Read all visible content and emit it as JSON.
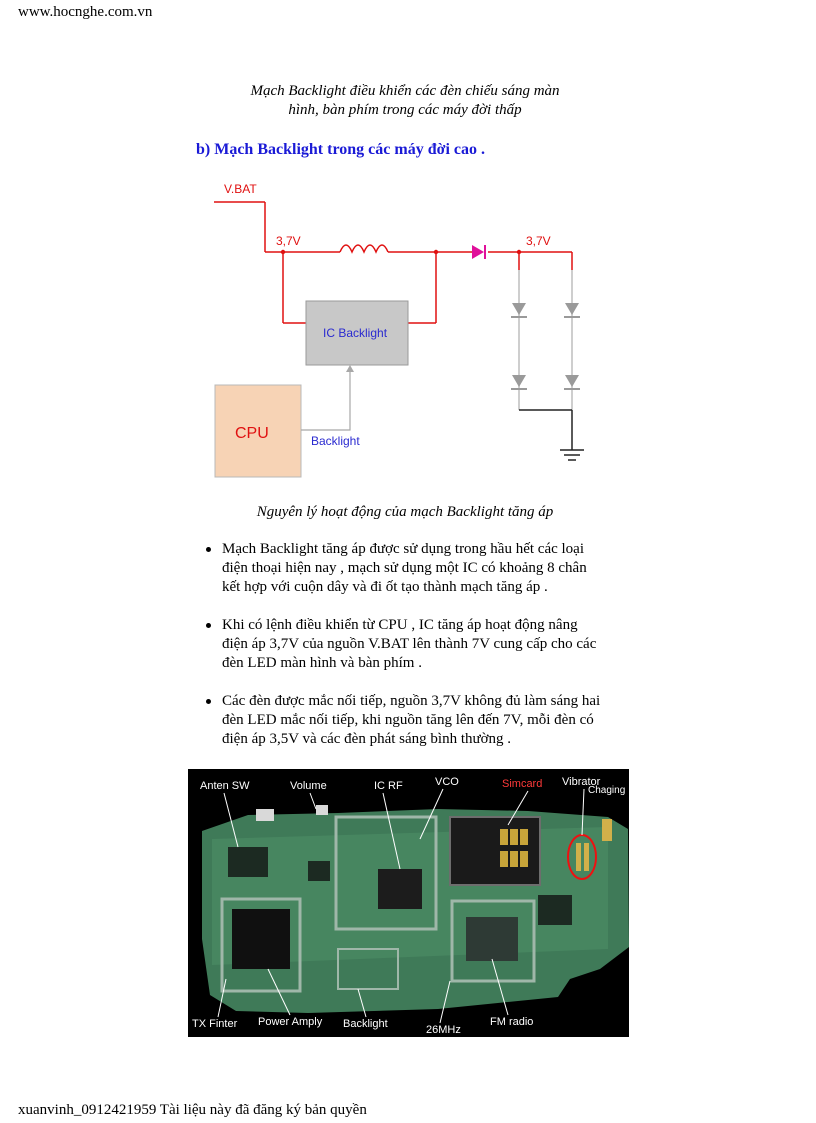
{
  "header": {
    "site": "www.hocnghe.com.vn"
  },
  "caption_top": {
    "line1": "Mạch Backlight điều khiển các đèn chiếu sáng màn",
    "line2": "hình, bàn phím trong các máy đời thấp"
  },
  "section_heading": "b)  Mạch Backlight trong các máy đời cao .",
  "circuit": {
    "vbat": "V.BAT",
    "voltage_left": "3,7V",
    "voltage_right": "3,7V",
    "ic": "IC Backlight",
    "cpu": "CPU",
    "backlight": "Backlight"
  },
  "caption_figure": "Nguyên lý hoạt động của mạch Backlight tăng áp",
  "bullets": [
    {
      "line1": "Mạch Backlight tăng áp được sử dụng trong hầu hết các loại",
      "line2": "điện thoại hiện nay , mạch sử dụng một IC có khoảng 8 chân",
      "line3": "kết hợp với cuộn dây và đi ốt tạo thành mạch tăng áp ."
    },
    {
      "line1": "Khi có lệnh điều khiển từ CPU , IC tăng áp hoạt động nâng",
      "line2": "điện áp 3,7V của nguồn V.BAT lên thành 7V cung cấp cho các",
      "line3": "đèn LED màn hình và bàn phím ."
    },
    {
      "line1": "Các đèn được mắc nối tiếp, nguồn 3,7V không đủ làm sáng hai",
      "line2": "đèn LED mắc nối tiếp, khi nguồn tăng lên đến 7V, mỗi đèn có",
      "line3": "điện áp 3,5V và các đèn phát sáng bình thường ."
    }
  ],
  "pcb_labels": {
    "anten_sw": "Anten SW",
    "volume": "Volume",
    "ic_rf": "IC RF",
    "vco": "VCO",
    "simcard": "Simcard",
    "vibrator": "Vibrator",
    "chaging": "Chaging",
    "tx_filter": "TX Finter",
    "power_amply": "Power Amply",
    "backlight": "Backlight",
    "mhz": "26MHz",
    "fm_radio": "FM radio"
  },
  "footer": "xuanvinh_0912421959 Tài liệu này đã đăng ký bản quyền"
}
